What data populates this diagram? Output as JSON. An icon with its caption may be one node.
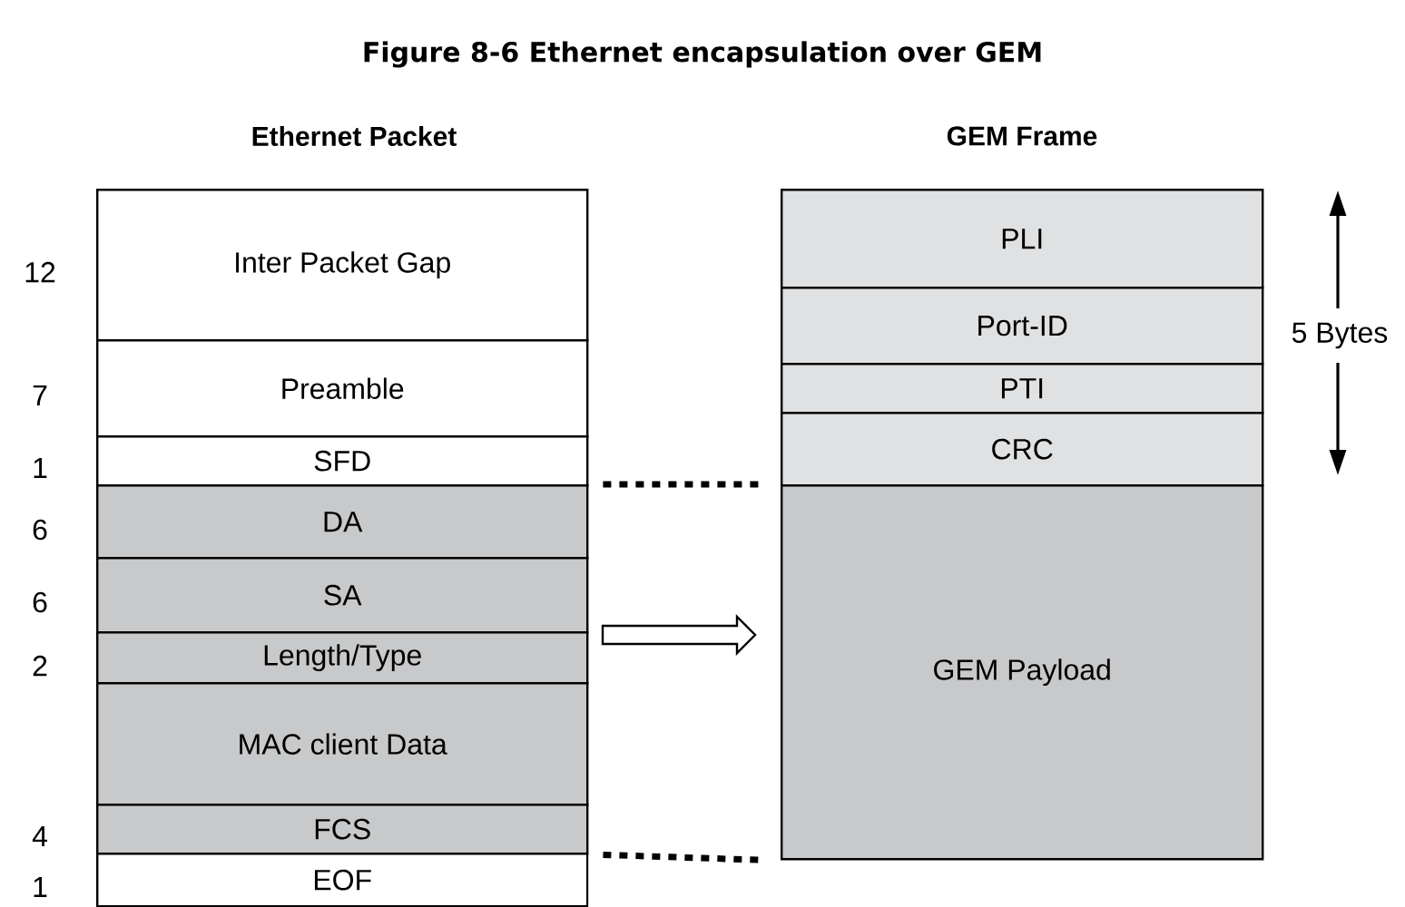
{
  "diagram": {
    "title": "Figure 8-6 Ethernet encapsulation over GEM",
    "nodes": [
      {
        "text": [
          "Inter Packet Gap"
        ],
        "beside": [
          "12"
        ]
      },
      {
        "text": [
          "Preamble"
        ],
        "beside": [
          "7"
        ]
      },
      {
        "text": [
          "SFD"
        ],
        "beside": [
          "1"
        ]
      },
      {
        "text": [
          "DA"
        ],
        "beside": [
          "6"
        ]
      },
      {
        "text": [
          "SA"
        ],
        "beside": [
          "6"
        ]
      },
      {
        "text": [
          "Length/Type"
        ],
        "beside": [
          "2"
        ]
      },
      {
        "text": [
          "MAC client Data"
        ]
      },
      {
        "text": [
          "FCS"
        ],
        "beside": [
          "4"
        ]
      },
      {
        "text": [
          "EOF"
        ],
        "beside": [
          "1"
        ]
      },
      {
        "text": [
          "PLI"
        ]
      },
      {
        "text": [
          "Port-ID"
        ]
      },
      {
        "text": [
          "PTI"
        ]
      },
      {
        "text": [
          "CRC"
        ]
      },
      {
        "text": [
          "GEM Payload"
        ]
      }
    ],
    "edges": [
      {
        "from": 3,
        "to": 13,
        "arrow": "none",
        "style": "dashed"
      },
      {
        "from": 7,
        "to": 13,
        "arrow": "none",
        "style": "dashed"
      },
      {
        "from": null,
        "to": 13,
        "arrow": "to"
      }
    ],
    "labels": [
      "Ethernet Packet",
      "GEM Frame",
      "5 Bytes"
    ]
  }
}
